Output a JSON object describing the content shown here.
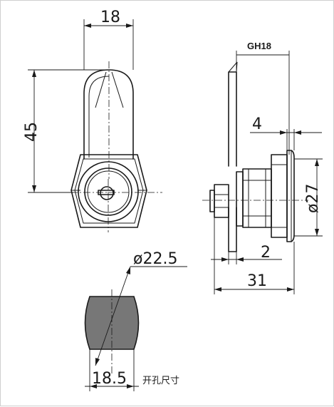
{
  "dimensions": {
    "top_width": "18",
    "height": "45",
    "thread": "GH18",
    "thickness": "4",
    "diameter_body": "ø27",
    "gap": "2",
    "length": "31",
    "hole_diameter": "ø22.5",
    "hole_flat": "18.5"
  },
  "labels": {
    "hole_size": "开孔尺寸"
  },
  "colors": {
    "ink": "#1a1a1a",
    "hole_fill": "#777777",
    "background": "#ffffff"
  }
}
